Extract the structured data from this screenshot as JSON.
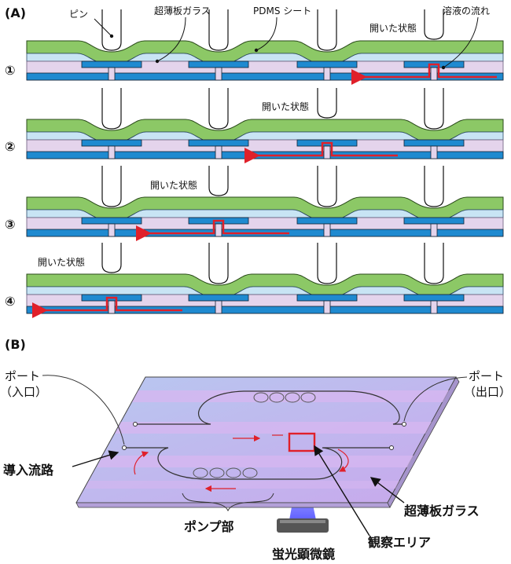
{
  "panel_a": {
    "label": "(A)",
    "pin_label": "ピン",
    "glass_label": "超薄板ガラス",
    "pdms_label": "PDMS シート",
    "flow_label": "溶液の流れ",
    "open_label": "開いた状態",
    "steps": [
      "①",
      "②",
      "③",
      "④"
    ]
  },
  "panel_b": {
    "label": "(B)",
    "port_in_line1": "ポート",
    "port_in_line2": "（入口）",
    "port_out_line1": "ポート",
    "port_out_line2": "（出口）",
    "inlet_channel": "導入流路",
    "glass": "超薄板ガラス",
    "pump": "ポンプ部",
    "observation": "観察エリア",
    "microscope": "蛍光顕微鏡"
  },
  "colors": {
    "pdms_green": "#8cc866",
    "glass_blue": "#c8e4f4",
    "channel_blue": "#1f8ad0",
    "base_lilac": "#e4d4ec",
    "arrow_red": "#e0202a",
    "plate_purple": "#c8a8e8"
  }
}
